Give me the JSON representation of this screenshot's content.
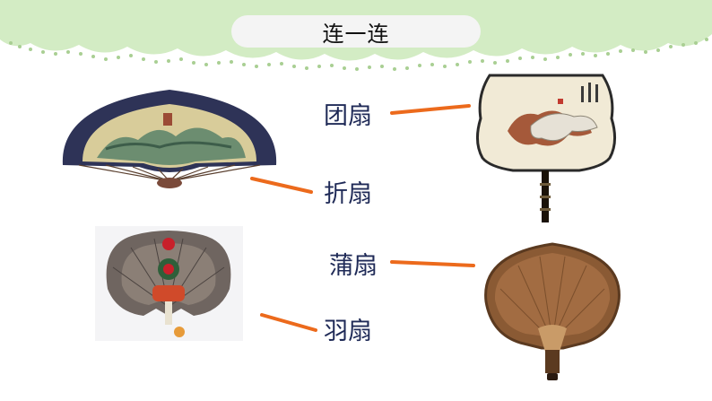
{
  "title": "连一连",
  "labels": {
    "tuanshan": "团扇",
    "zheshan": "折扇",
    "pushan": "蒲扇",
    "yushan": "羽扇"
  },
  "images": {
    "folding_fan": "folding-fan-photo",
    "feather_fan": "feather-fan-photo",
    "round_fan": "round-silk-fan-photo",
    "cattail_fan": "cattail-leaf-fan-photo"
  },
  "colors": {
    "header_green": "#cfe8c0",
    "header_dots": "#a9cf93",
    "line_orange": "#ec6a1c",
    "label_navy": "#1f2a57"
  }
}
